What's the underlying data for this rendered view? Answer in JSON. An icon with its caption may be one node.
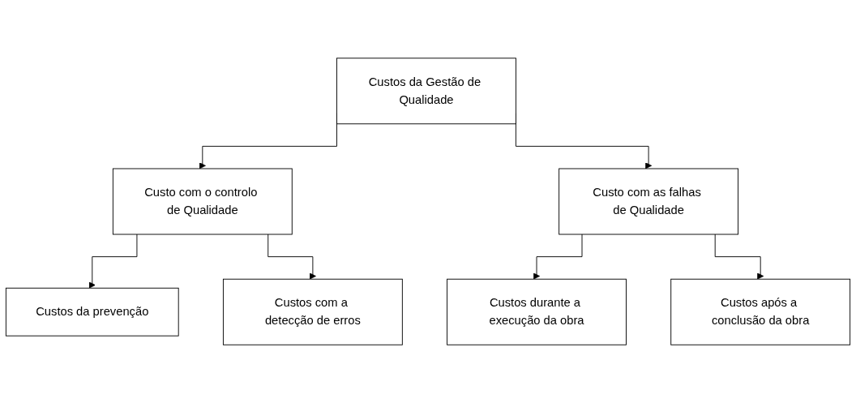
{
  "diagram": {
    "nodes": [
      {
        "text": [
          "Custos da Gestão de Qualidade"
        ]
      },
      {
        "text": [
          "Custo com o controlo de Qualidade"
        ]
      },
      {
        "text": [
          "Custo com as falhas de Qualidade"
        ]
      },
      {
        "text": [
          "Custos da prevenção"
        ]
      },
      {
        "text": [
          "Custos com a detecção de erros"
        ]
      },
      {
        "text": [
          "Custos durante a execução da obra"
        ]
      },
      {
        "text": [
          "Custos após a conclusão da obra"
        ]
      }
    ],
    "edges": [
      {
        "from": 0,
        "to": 1,
        "arrow": "to"
      },
      {
        "from": 0,
        "to": 2,
        "arrow": "to"
      },
      {
        "from": 1,
        "to": 3,
        "arrow": "to"
      },
      {
        "from": 1,
        "to": 4,
        "arrow": "to"
      },
      {
        "from": 2,
        "to": 5,
        "arrow": "to"
      },
      {
        "from": 2,
        "to": 6,
        "arrow": "to"
      }
    ]
  }
}
